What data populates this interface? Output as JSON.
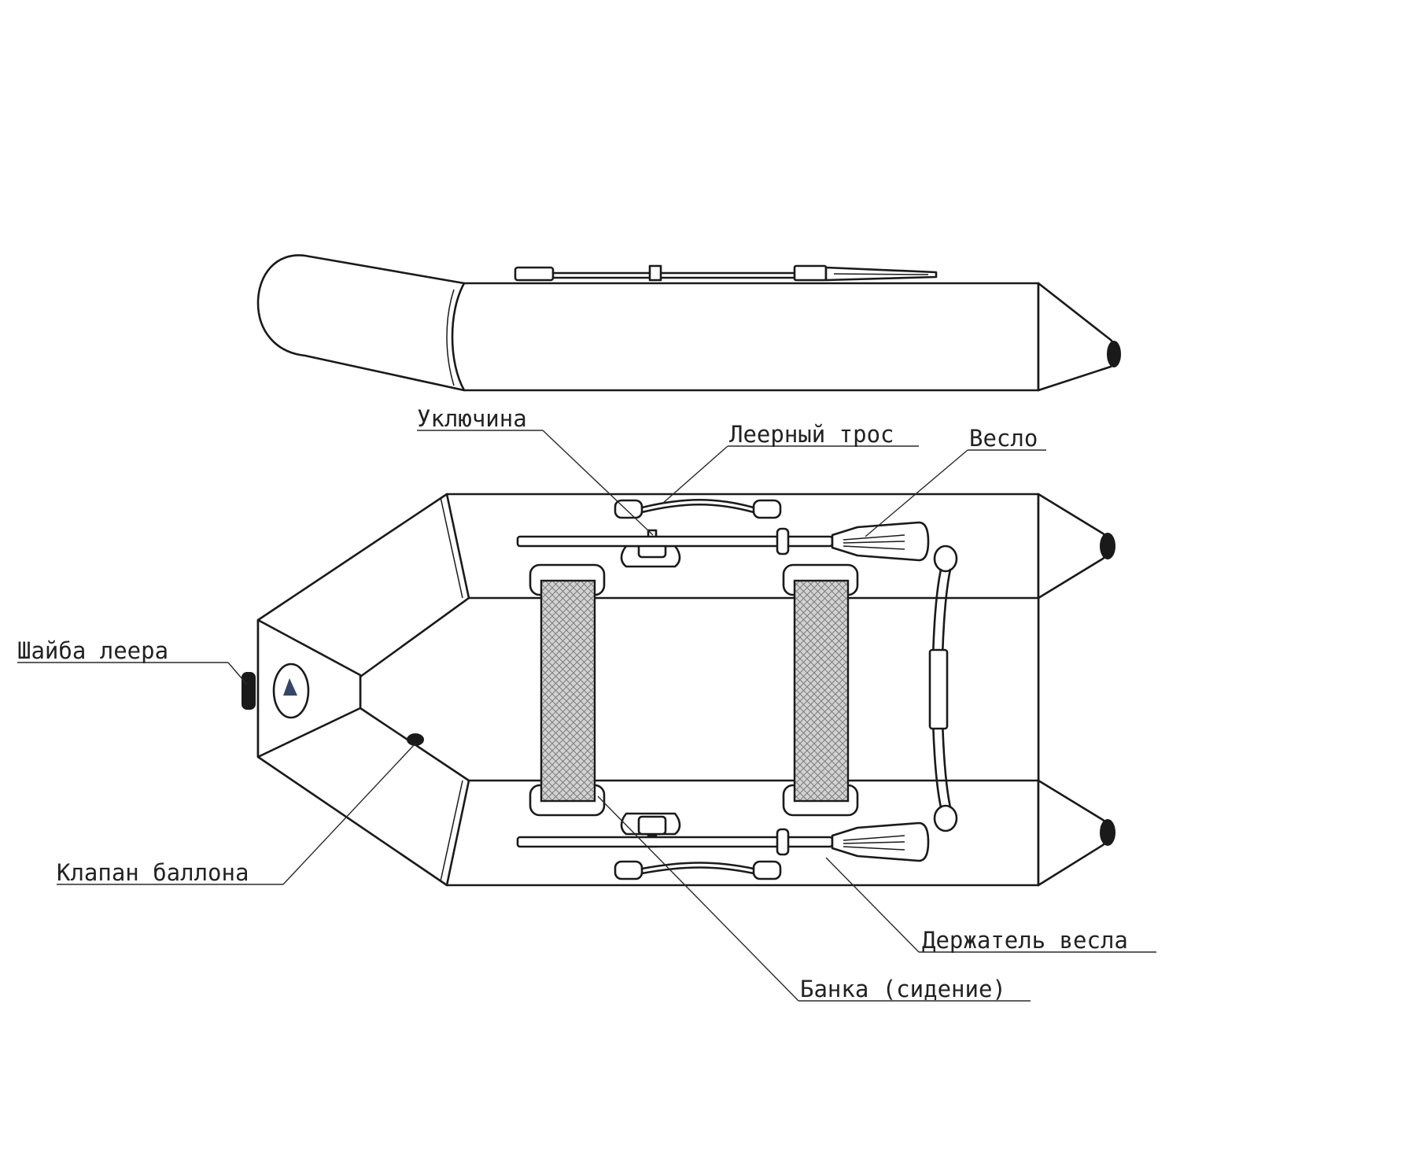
{
  "labels": {
    "oarlock": "Уключина",
    "rail_rope": "Леерный трос",
    "oar": "Весло",
    "rail_washer": "Шайба леера",
    "tube_valve": "Клапан баллона",
    "oar_holder": "Держатель весла",
    "bench": "Банка (сидение)"
  }
}
